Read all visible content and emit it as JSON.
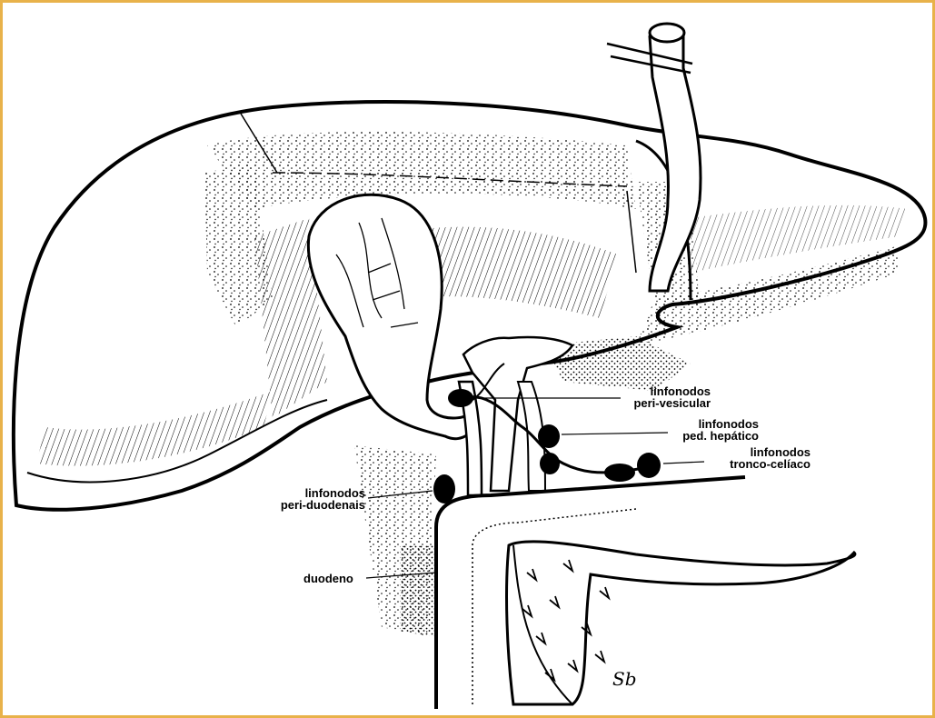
{
  "frame_color": "#e8b24a",
  "labels": {
    "peri_vesicular": [
      "linfonodos",
      "peri-vesicular"
    ],
    "ped_hepatico": [
      "linfonodos",
      "ped. hepático"
    ],
    "tronco_celiaco": [
      "linfonodos",
      "tronco-celíaco"
    ],
    "peri_duodenais": [
      "linfonodos",
      "peri-duodenais"
    ],
    "duodeno": "duodeno"
  },
  "signature": "Sb"
}
